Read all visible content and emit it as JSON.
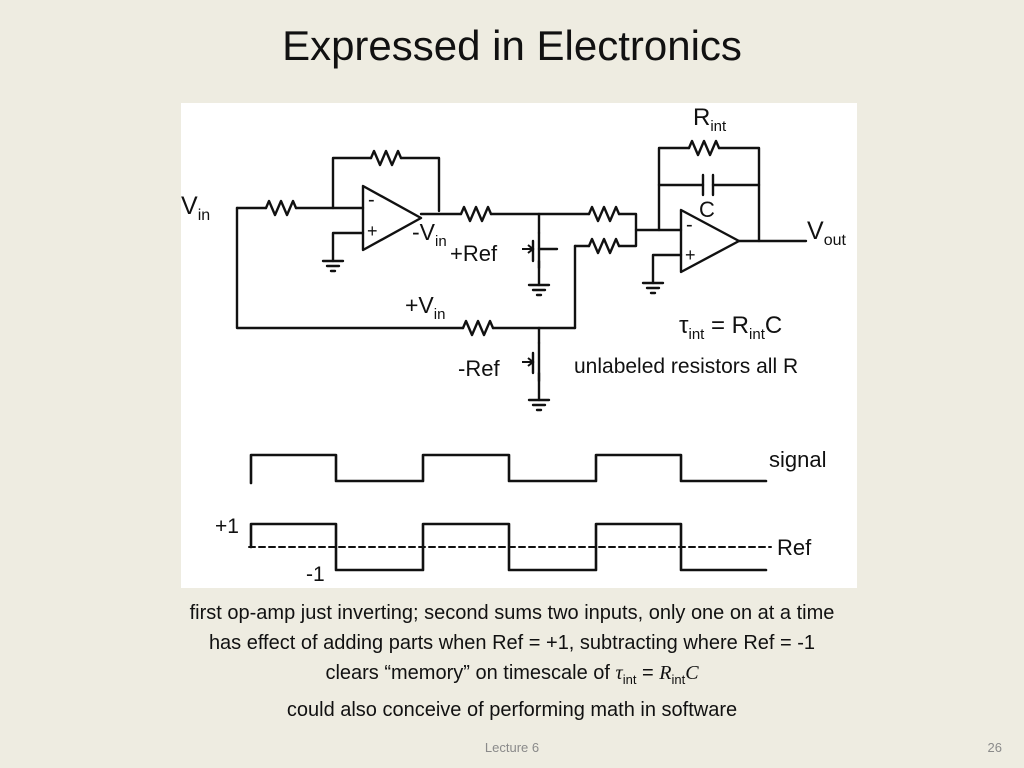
{
  "slide": {
    "title": "Expressed in Electronics",
    "footer": "Lecture 6",
    "page_number": "26"
  },
  "diagram": {
    "vin": {
      "main": "V",
      "sub": "in"
    },
    "neg_vin": {
      "main": "-V",
      "sub": "in"
    },
    "pos_vin": {
      "main": "+V",
      "sub": "in"
    },
    "plus_ref": "+Ref",
    "minus_ref": "-Ref",
    "rint": {
      "main": "R",
      "sub": "int"
    },
    "cap": "C",
    "vout": {
      "main": "V",
      "sub": "out"
    },
    "opamp_minus": "-",
    "opamp_plus": "+",
    "tau_eq": {
      "tau": "τ",
      "tau_sub": "int",
      "eq": " = R",
      "r_sub": "int",
      "tail": "C"
    },
    "note": "unlabeled resistors all R",
    "signal_label": "signal",
    "ref_label": "Ref",
    "plus_one": "+1",
    "minus_one": "-1"
  },
  "text": {
    "line1": "first op-amp just inverting; second sums two inputs, only one on at a time",
    "line2": "has effect of adding parts when Ref = +1, subtracting where Ref = -1",
    "line3_a": "clears “memory” on timescale of ",
    "line3_tau": "τ",
    "line3_int1": "int",
    "line3_eq": " = ",
    "line3_r": "R",
    "line3_int2": "int",
    "line3_c": "C",
    "line4": "could also conceive of performing math in software"
  }
}
